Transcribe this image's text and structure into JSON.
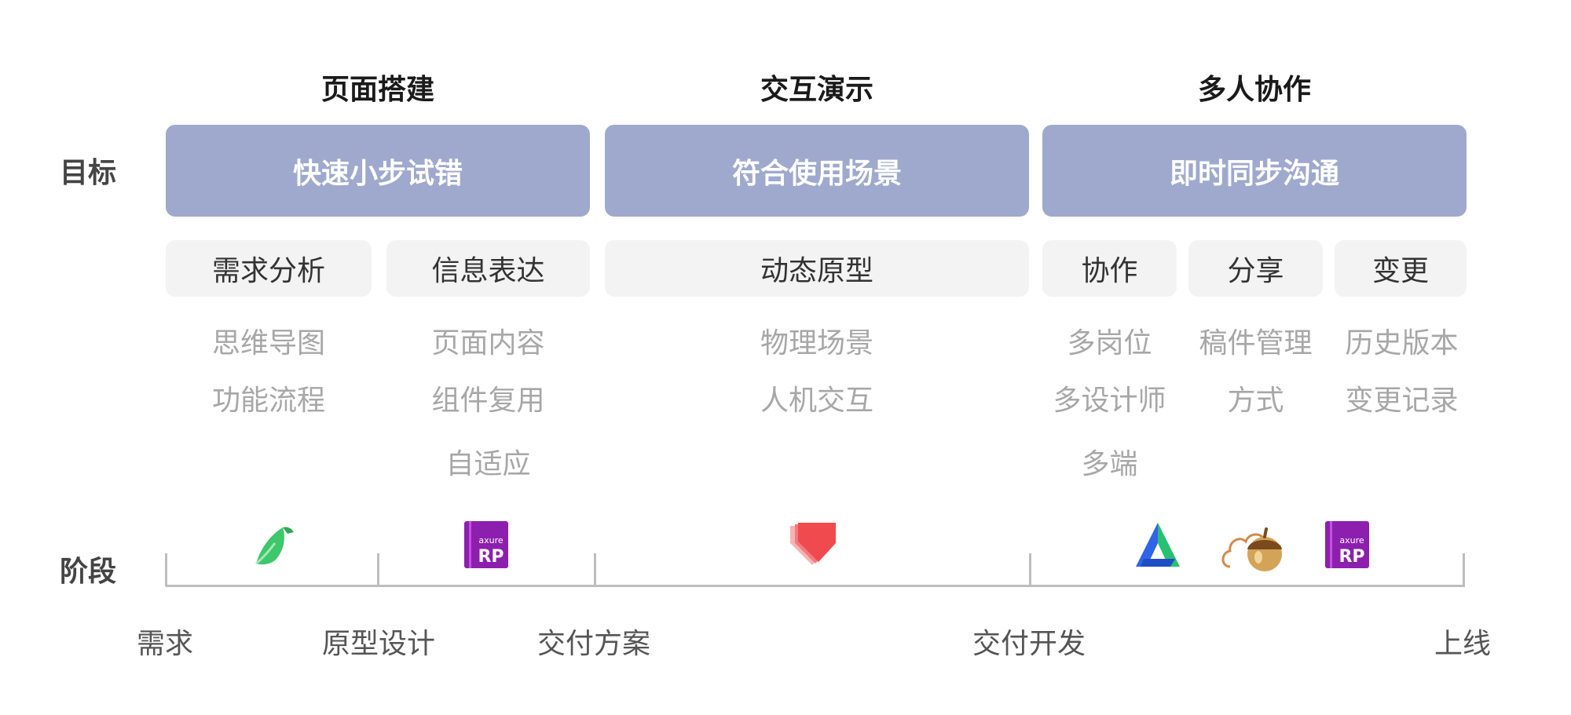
{
  "columns": [
    {
      "title": "页面搭建",
      "goal": "快速小步试错"
    },
    {
      "title": "交互演示",
      "goal": "符合使用场景"
    },
    {
      "title": "多人协作",
      "goal": "即时同步沟通"
    }
  ],
  "row_labels": {
    "goal": "目标",
    "stage": "阶段"
  },
  "categories": [
    {
      "label": "需求分析",
      "items": [
        "思维导图",
        "功能流程"
      ]
    },
    {
      "label": "信息表达",
      "items": [
        "页面内容",
        "组件复用",
        "自适应"
      ]
    },
    {
      "label": "动态原型",
      "items": [
        "物理场景",
        "人机交互"
      ]
    },
    {
      "label": "协作",
      "items": [
        "多岗位",
        "多设计师",
        "多端"
      ]
    },
    {
      "label": "分享",
      "items": [
        "稿件管理",
        "方式"
      ]
    },
    {
      "label": "变更",
      "items": [
        "历史版本",
        "变更记录"
      ]
    }
  ],
  "stages": [
    "需求",
    "原型设计",
    "交付方案",
    "交付开发",
    "上线"
  ],
  "tools": [
    {
      "icon": "green-bird-logo-icon",
      "color": "#3cc86b"
    },
    {
      "icon": "axure-rp-logo-icon",
      "color": "#8c1fae",
      "text": [
        "axure",
        "RP"
      ]
    },
    {
      "icon": "red-layered-arrow-logo-icon",
      "color": "#f04a4f"
    },
    {
      "icon": "blue-green-a-logo-icon",
      "color": "#2f64e8"
    },
    {
      "icon": "cloud-acorn-logo-icon",
      "color": "#d3a457"
    },
    {
      "icon": "axure-rp-logo-icon",
      "color": "#8c1fae",
      "text": [
        "axure",
        "RP"
      ]
    }
  ],
  "colors": {
    "goal_bg": "#9fa9cd",
    "category_bg": "#f3f3f3",
    "sub_text": "#a7a7a7",
    "timeline": "#bdbdbd"
  }
}
